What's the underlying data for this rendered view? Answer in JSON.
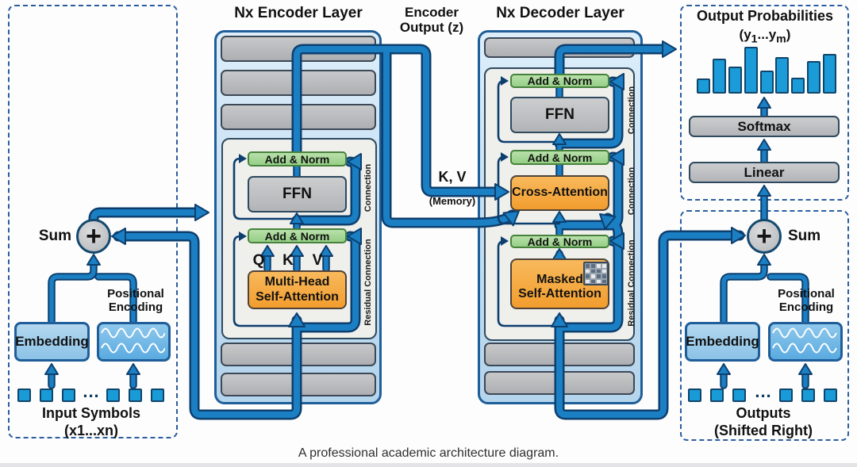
{
  "footer_caption": "A professional academic architecture diagram.",
  "shared": {
    "add_norm": "Add & Norm",
    "ffn": "FFN",
    "connection": "Connection",
    "residual_connection": "Residual Connection",
    "sum": "Sum",
    "plus": "+",
    "embedding": "Embedding",
    "positional_line1": "Positional",
    "positional_line2": "Encoding",
    "ellipsis": "..."
  },
  "encoder": {
    "title": "Nx Encoder Layer",
    "attention_line1": "Multi-Head",
    "attention_line2": "Self-Attention",
    "q": "Q",
    "k": "K",
    "v": "V"
  },
  "middle": {
    "encoder_output_line1": "Encoder",
    "encoder_output_line2": "Output (z)",
    "kv": "K, V",
    "memory": "(Memory)"
  },
  "decoder": {
    "title": "Nx Decoder Layer",
    "cross_attention": "Cross-Attention",
    "masked_line1": "Masked",
    "masked_line2": "Self-Attention",
    "mask_pattern": [
      "1100",
      "0110",
      "1011",
      "0101"
    ]
  },
  "inputs": {
    "label_line1": "Input Symbols",
    "label_line2": "(x1...xn)"
  },
  "outputs": {
    "label_line1": "Outputs",
    "label_line2": "(Shifted Right)"
  },
  "output_probabilities": {
    "title": "Output Probabilities",
    "subtitle_pre": "(y",
    "subtitle_sub1": "1",
    "subtitle_mid": "...y",
    "subtitle_sub2": "m",
    "subtitle_post": ")",
    "softmax": "Softmax",
    "linear": "Linear",
    "bars": [
      0.27,
      0.73,
      0.55,
      1.0,
      0.45,
      0.76,
      0.29,
      0.67,
      0.84
    ]
  },
  "colors": {
    "line_blue": "#1b7fc4",
    "line_navy": "#0d3f6e",
    "green": "#a9d79a",
    "orange": "#f5a742",
    "bar_blue": "#1b9cd8",
    "sq_blue": "#199bd8",
    "dash_navy": "#2a5d9f"
  }
}
